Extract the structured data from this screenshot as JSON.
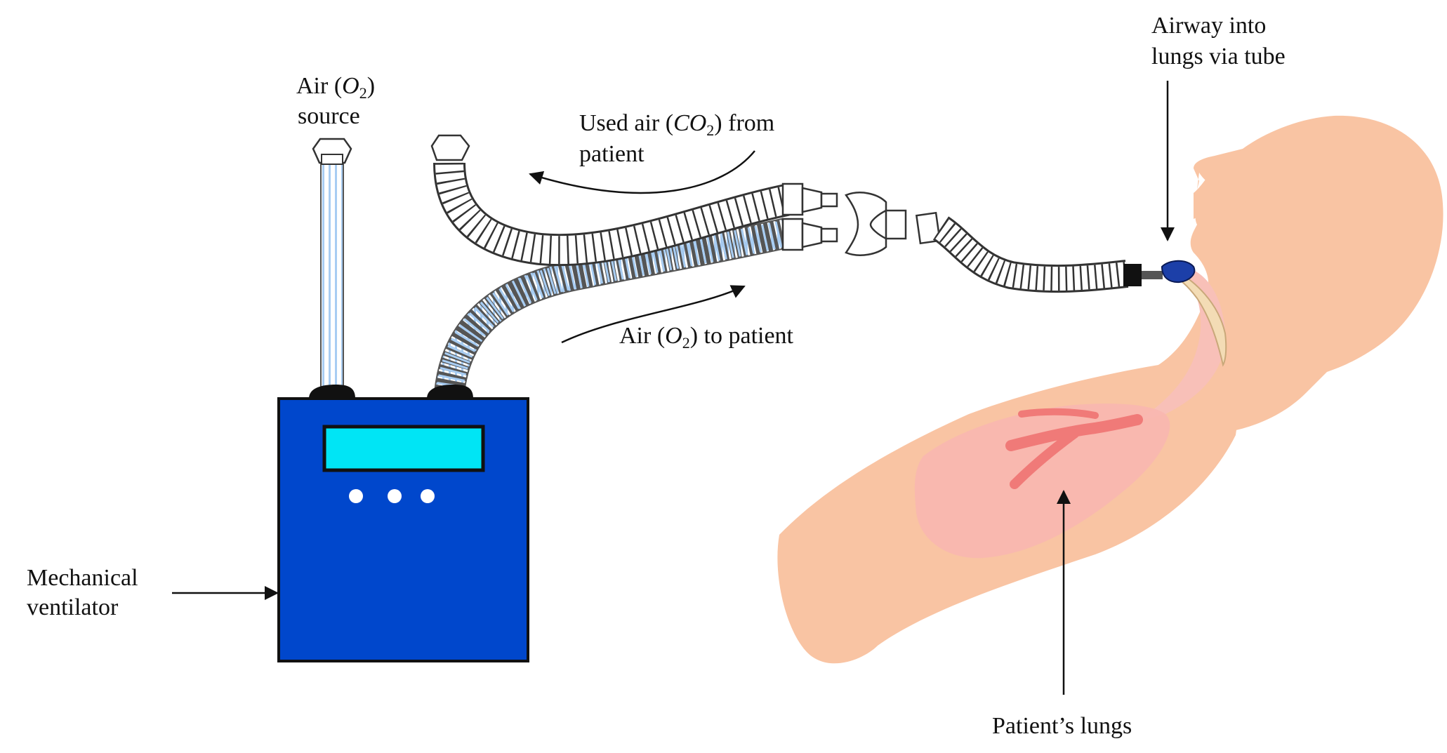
{
  "labels": {
    "air_source_line1_pre": "Air (",
    "air_source_o": "O",
    "air_source_sub": "2",
    "air_source_line1_post": ")",
    "air_source_line2": "source",
    "used_air_line1_pre": "Used air (",
    "used_air_co": "CO",
    "used_air_sub": "2",
    "used_air_line1_post": ") from",
    "used_air_line2": "patient",
    "air_to_patient_pre": "Air (",
    "air_to_patient_o": "O",
    "air_to_patient_sub": "2",
    "air_to_patient_post": ") to patient",
    "airway_line1": "Airway into",
    "airway_line2": "lungs via tube",
    "ventilator_line1": "Mechanical",
    "ventilator_line2": "ventilator",
    "lungs": "Patient’s lungs"
  },
  "colors": {
    "ventilator_body": "#0047cc",
    "ventilator_screen": "#00e5f5",
    "skin": "#f9c4a3",
    "lung_tissue": "#f8b7b0",
    "lung_vessel": "#f07a78",
    "tube_inhale_stripe": "#a8cdf3",
    "tube_exhale_stripe": "#333333",
    "mask_blue": "#1c3fa8"
  }
}
